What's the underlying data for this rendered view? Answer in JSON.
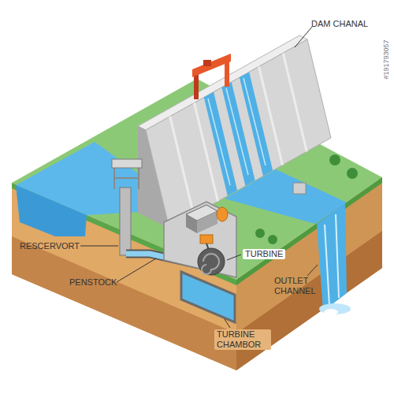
{
  "diagram": {
    "labels": [
      "DAM CHANAL",
      "RESCERVORT",
      "PENSTOCK",
      "TURBINE",
      "OUTLET CHANNEL",
      "TURBINE CHAMBOR",
      "#191793057"
    ]
  }
}
